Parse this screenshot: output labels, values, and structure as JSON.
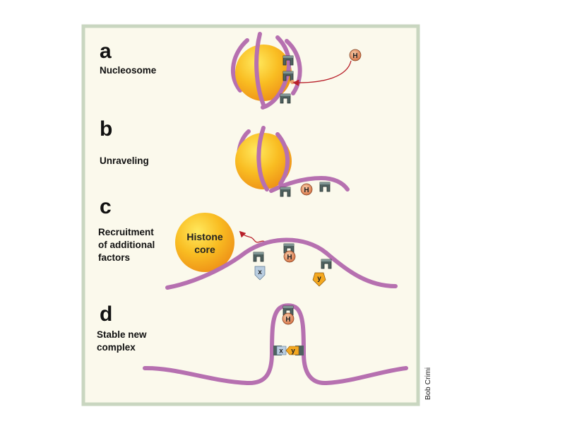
{
  "panels": [
    {
      "letter": "a",
      "label_lines": [
        "Nucleosome"
      ]
    },
    {
      "letter": "b",
      "label_lines": [
        "Unraveling"
      ]
    },
    {
      "letter": "c",
      "label_lines": [
        "Recruitment",
        "of additional",
        "factors"
      ]
    },
    {
      "letter": "d",
      "label_lines": [
        "Stable new",
        "complex"
      ]
    }
  ],
  "markers": {
    "h": "H",
    "x": "x",
    "y": "y"
  },
  "histone_core_lines": [
    "Histone",
    "core"
  ],
  "credit": "Bob Crimi",
  "colors": {
    "panel_bg": "#fbf9ec",
    "panel_border": "#c9d6c0",
    "dna": "#b670b0",
    "core": "#f7b21c",
    "core_highlight": "#ffe15a",
    "h_marker": "#e89a6a",
    "arrow": "#b8202a",
    "factor": "#4f6260",
    "x_factor": "#b9cde0",
    "y_factor": "#f4a81f"
  }
}
